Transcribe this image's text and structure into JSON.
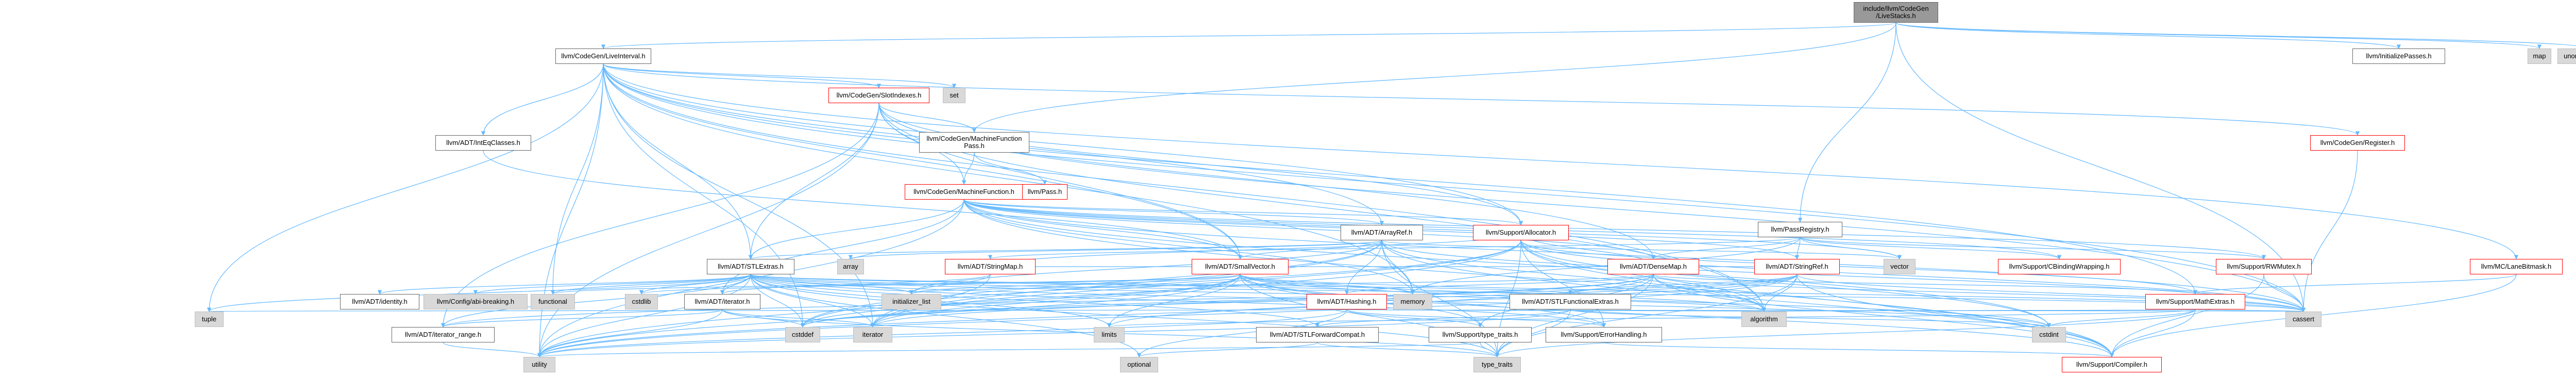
{
  "graph": {
    "title": "include/llvm/CodeGen/LiveStacks.h",
    "colors": {
      "edge": "#63b8ff",
      "linked_border": "#666666",
      "truncated_border": "#ff0000",
      "external_fill": "#d9d9d9",
      "root_fill": "#999999"
    },
    "nodes": {
      "root": "include/llvm/CodeGen\n/LiveStacks.h",
      "liveinterval": "llvm/CodeGen/LiveInterval.h",
      "initializepasses": "llvm/InitializePasses.h",
      "map": "map",
      "unordered_map": "unordered_map",
      "slotindexes": "llvm/CodeGen/SlotIndexes.h",
      "set": "set",
      "intequivclasses": "llvm/ADT/IntEqClasses.h",
      "mfpass": "llvm/CodeGen/MachineFunction\nPass.h",
      "register": "llvm/CodeGen/Register.h",
      "machinefunction": "llvm/CodeGen/MachineFunction.h",
      "pass": "llvm/Pass.h",
      "passregistry": "llvm/PassRegistry.h",
      "arrayref": "llvm/ADT/ArrayRef.h",
      "allocator": "llvm/Support/Allocator.h",
      "stlextras": "llvm/ADT/STLExtras.h",
      "array": "array",
      "stringmap": "llvm/ADT/StringMap.h",
      "smallvector": "llvm/ADT/SmallVector.h",
      "densemap": "llvm/ADT/DenseMap.h",
      "stringref": "llvm/ADT/StringRef.h",
      "vector": "vector",
      "cbinding": "llvm/Support/CBindingWrapping.h",
      "rwmutex": "llvm/Support/RWMutex.h",
      "lanebitmask": "llvm/MC/LaneBitmask.h",
      "adtidentity": "llvm/ADT/identity.h",
      "configbreaking": "llvm/Config/abi-breaking.h",
      "functional": "functional",
      "cstdlib": "cstdlib",
      "iterator_h": "llvm/ADT/iterator.h",
      "initializer_list": "initializer_list",
      "memory": "memory",
      "hashing": "llvm/ADT/Hashing.h",
      "stlfunctionalextras": "llvm/ADT/STLFunctionalExtras.h",
      "mathextras": "llvm/Support/MathExtras.h",
      "cassert": "cassert",
      "tuple": "tuple",
      "iterator_range": "llvm/ADT/iterator_range.h",
      "cstddef": "cstddef",
      "iterator": "iterator",
      "limits": "limits",
      "stlforwardcompat": "llvm/ADT/STLForwardCompat.h",
      "typetraits_support": "llvm/Support/type_traits.h",
      "errorhandling": "llvm/Support/ErrorHandling.h",
      "algorithm": "algorithm",
      "cstdint": "cstdint",
      "utility": "utility",
      "optional": "optional",
      "type_traits": "type_traits",
      "compiler": "llvm/Support/Compiler.h"
    }
  }
}
